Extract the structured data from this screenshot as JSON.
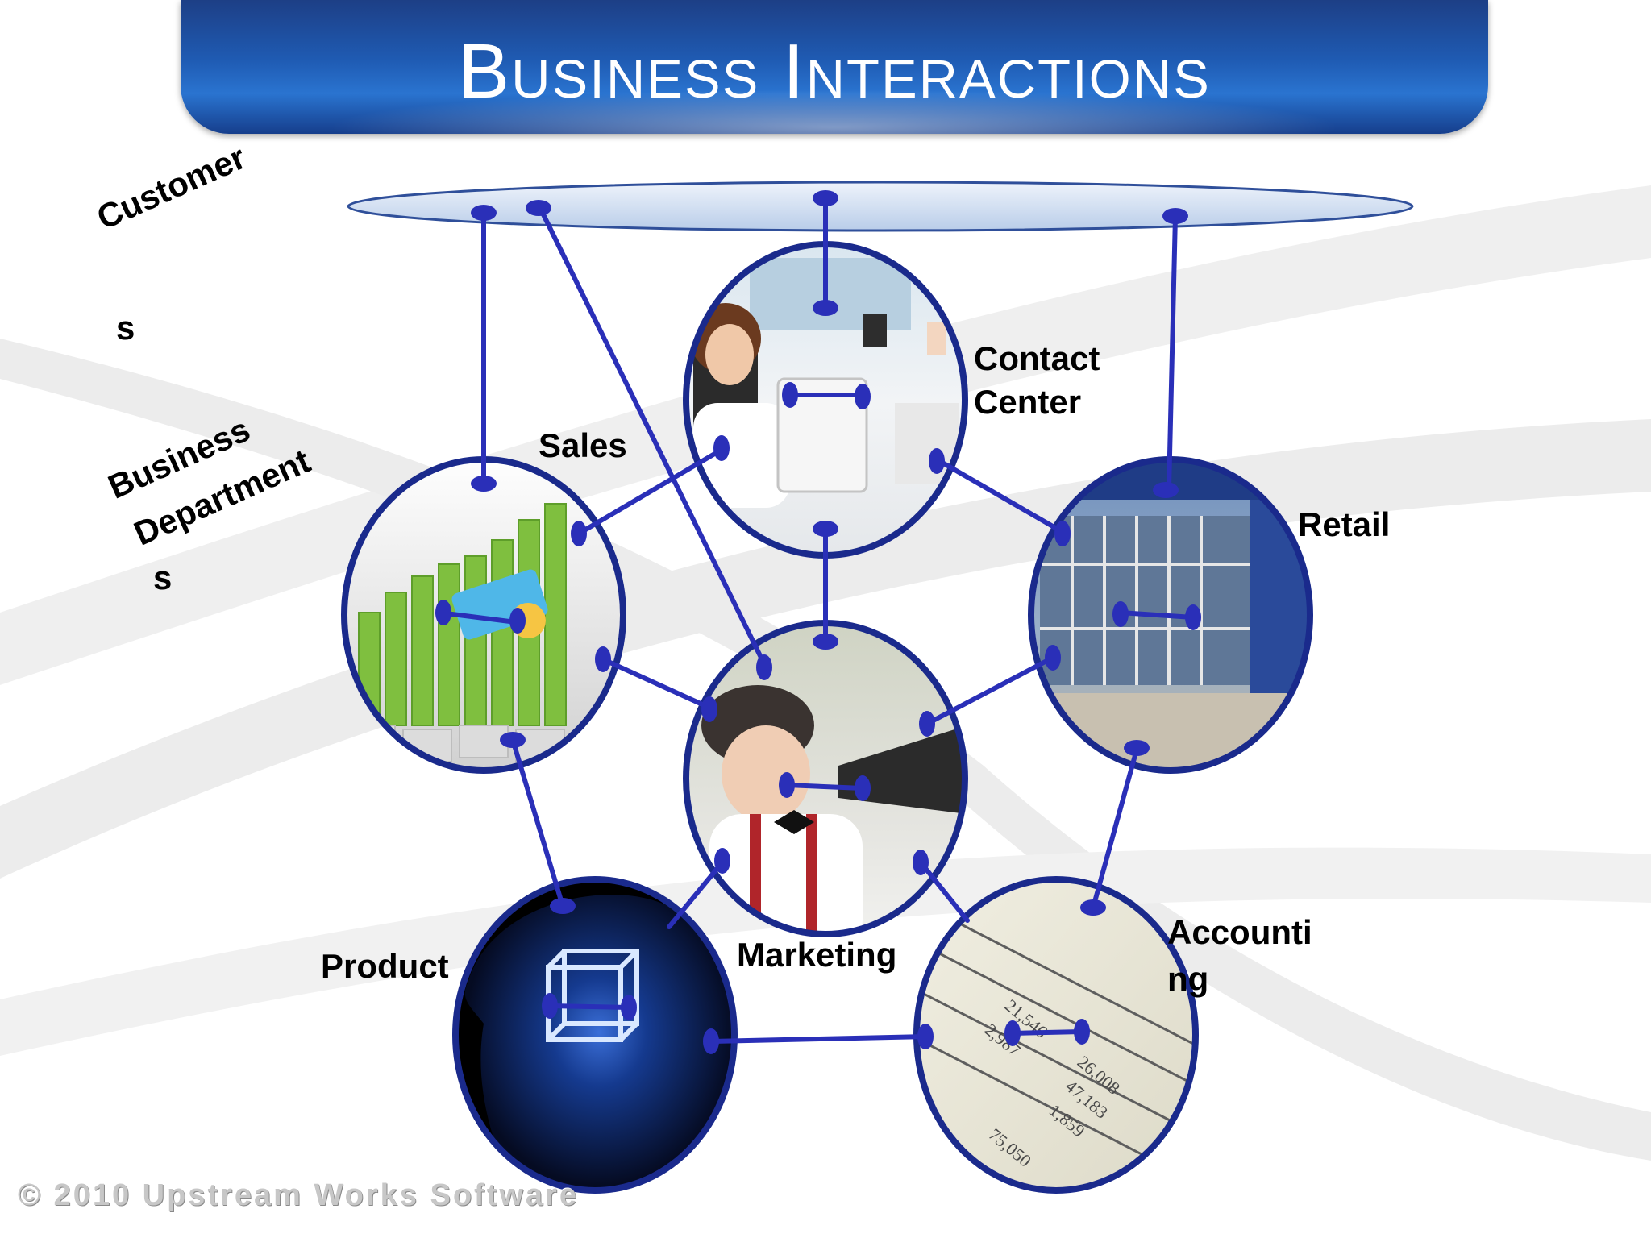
{
  "title": "Business Interactions",
  "labels": {
    "customers_line1": "Customer",
    "customers_line2": "s",
    "business_line1": "Business",
    "business_line2": "Department",
    "business_line3": "s",
    "sales": "Sales",
    "contact_center_line1": "Contact",
    "contact_center_line2": "Center",
    "retail": "Retail",
    "product": "Product",
    "marketing": "Marketing",
    "accounting_line1": "Accounti",
    "accounting_line2": "ng"
  },
  "copyright": "© 2010 Upstream Works Software",
  "colors": {
    "banner": "#1f5bb3",
    "connector": "#2a2fb8",
    "circle_border": "#1a2a8c",
    "customers_ellipse": "#c9d8ee"
  }
}
